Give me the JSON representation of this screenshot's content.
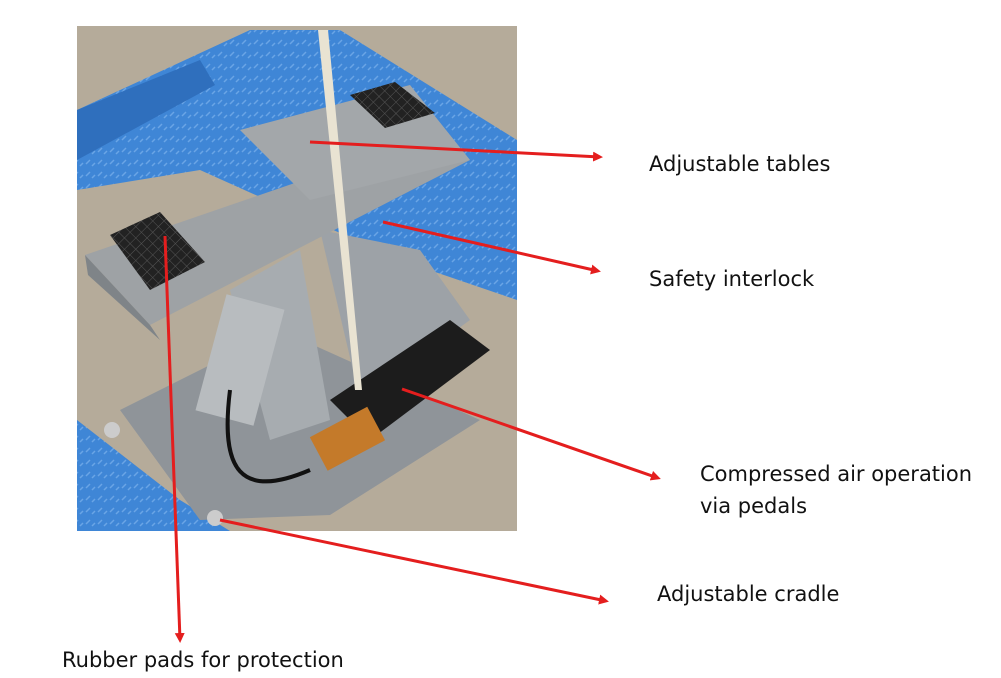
{
  "figure": {
    "photo_subject": "scissor-lift",
    "arrow_color": "#e41e1e",
    "labels": {
      "tables": "Adjustable tables",
      "interlock": "Safety interlock",
      "air_line1": "Compressed air operation",
      "air_line2": "via pedals",
      "cradle": "Adjustable cradle",
      "pads": "Rubber pads for protection"
    }
  }
}
